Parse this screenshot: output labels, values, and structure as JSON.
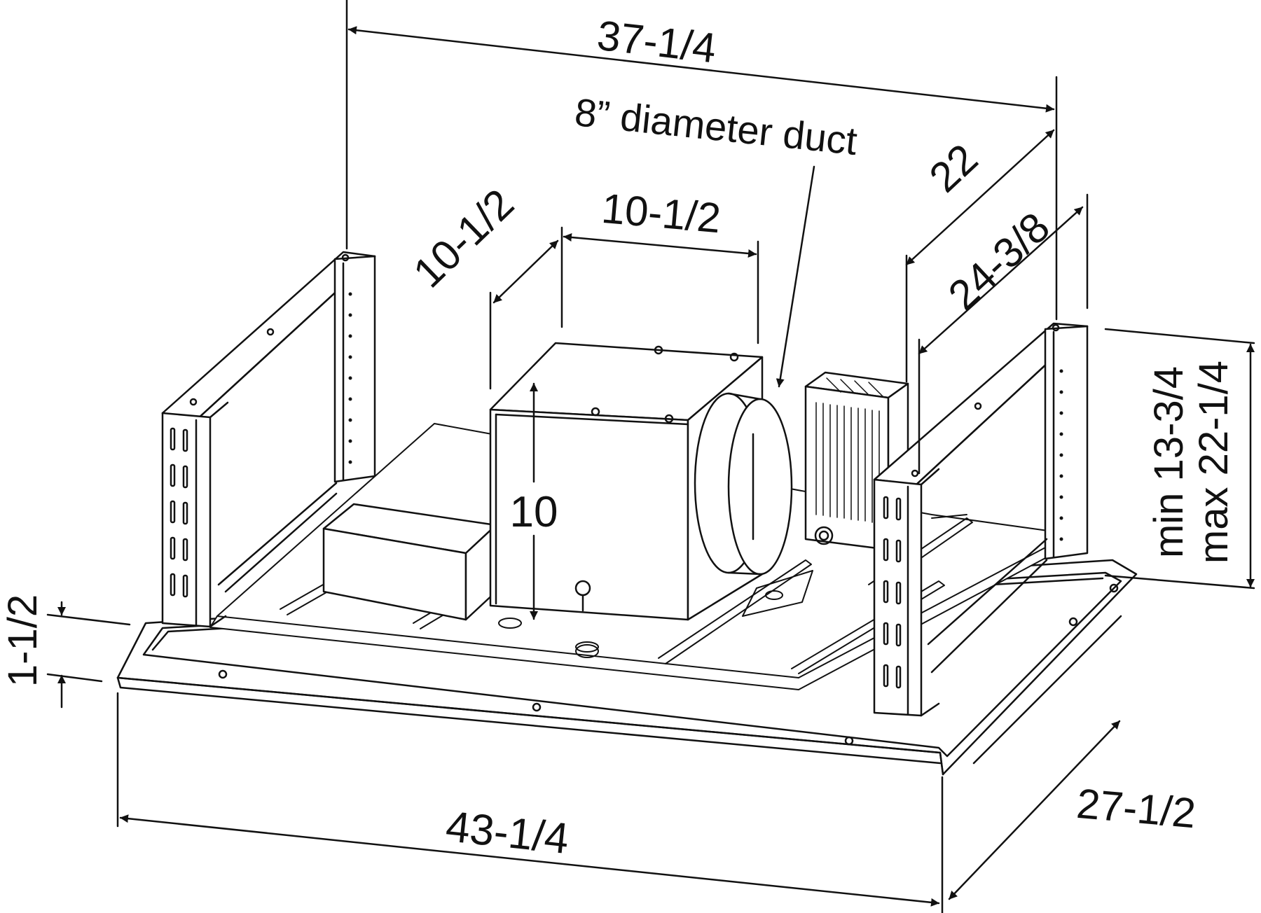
{
  "dimensions": {
    "top_width": "37-1/4",
    "duct_label": "8” diameter duct",
    "depth_upper": "22",
    "depth_lower": "24-3/8",
    "blower_depth": "10-1/2",
    "blower_width": "10-1/2",
    "blower_height": "10",
    "height_min": "min 13-3/4",
    "height_max": "max 22-1/4",
    "flange_height": "1-1/2",
    "bottom_width": "43-1/4",
    "bottom_depth": "27-1/2"
  }
}
